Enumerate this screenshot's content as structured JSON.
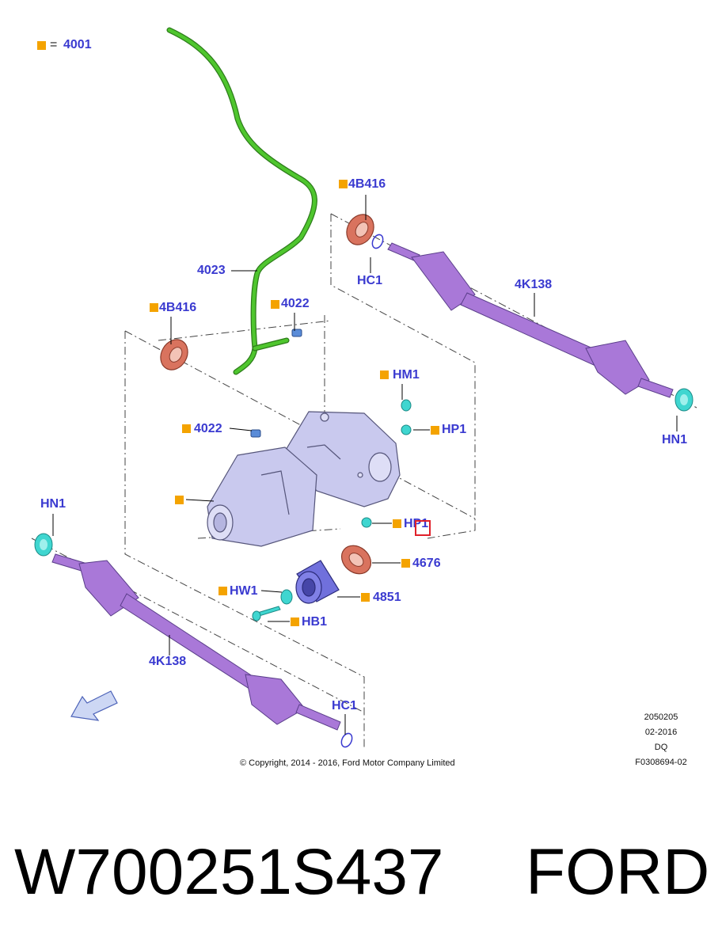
{
  "legend": {
    "equals": "=",
    "value": "4001"
  },
  "labels": {
    "seal_top": "4B416",
    "clip_top": "HC1",
    "halfshaft_top": "4K138",
    "nut_right": "HN1",
    "breather_hose": "4023",
    "seal_left": "4B416",
    "fitting_upper": "4022",
    "mount_hm1": "HM1",
    "fitting_lower": "4022",
    "plug_upper": "HP1",
    "plug_lower": "HP1",
    "housing": "",
    "nut_left": "HN1",
    "seal_lower": "4676",
    "washer": "HW1",
    "flange": "4851",
    "bolt": "HB1",
    "halfshaft_bottom": "4K138",
    "clip_bottom": "HC1"
  },
  "footer": {
    "copyright": "© Copyright, 2014 - 2016, Ford Motor Company Limited",
    "code1": "2050205",
    "code2": "02-2016",
    "code3": "DQ",
    "code4": "F0308694-02"
  },
  "caption": {
    "part_number": "W700251S437",
    "brand": "FORD"
  },
  "colors": {
    "label": "#3a3ad0",
    "marker": "#f4a300",
    "hose": "#4fc62e",
    "halfshaft": "#a978d8",
    "seal": "#d9735e",
    "nut": "#3fd6d0",
    "housing": "#c9c9ee",
    "highlight": "#e0202a"
  }
}
